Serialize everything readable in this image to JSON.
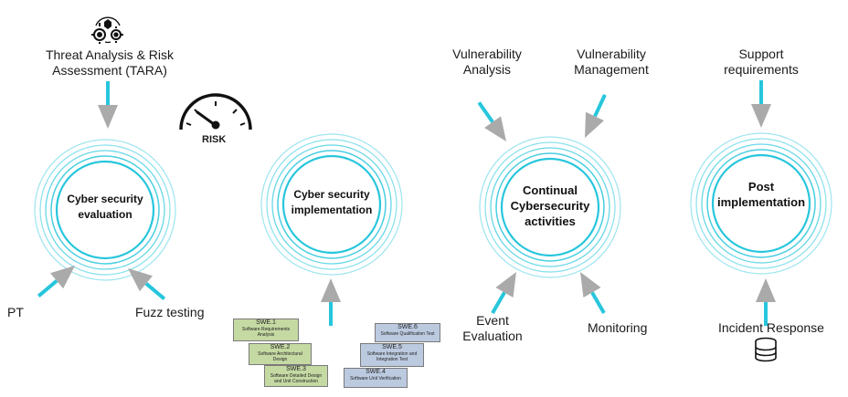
{
  "colors": {
    "ring": "#27c6dc",
    "arrow_head": "#aaaaaa",
    "arrow_shaft": "#27c6dc"
  },
  "circles": [
    {
      "id": "evaluation",
      "label_line1": "Cyber security",
      "label_line2": "evaluation"
    },
    {
      "id": "implementation",
      "label_line1": "Cyber security",
      "label_line2": "implementation"
    },
    {
      "id": "continual",
      "label_line1": "Continual",
      "label_line2": "Cybersecurity",
      "label_line3": "activities"
    },
    {
      "id": "post",
      "label_line1": "Post",
      "label_line2": "implementation"
    }
  ],
  "inputs": {
    "tara_line1": "Threat Analysis & Risk",
    "tara_line2": "Assessment (TARA)",
    "pt": "PT",
    "fuzz": "Fuzz testing",
    "vuln_analysis_line1": "Vulnerability",
    "vuln_analysis_line2": "Analysis",
    "vuln_mgmt_line1": "Vulnerability",
    "vuln_mgmt_line2": "Management",
    "event_line1": "Event",
    "event_line2": "Evaluation",
    "monitoring": "Monitoring",
    "support_line1": "Support",
    "support_line2": "requirements",
    "incident": "Incident Response"
  },
  "risk_gauge": {
    "label": "RISK"
  },
  "icons": [
    "gears-icon",
    "risk-gauge-icon",
    "database-icon"
  ],
  "swe_left": [
    {
      "title": "SWE.1",
      "sub1": "Software Requirements",
      "sub2": "Analysis"
    },
    {
      "title": "SWE.2",
      "sub1": "Software Architectural",
      "sub2": "Design"
    },
    {
      "title": "SWE.3",
      "sub1": "Software Detailed Design",
      "sub2": "and Unit Construction"
    }
  ],
  "swe_right": [
    {
      "title": "SWE.6",
      "sub1": "Software Qualification Test",
      "sub2": ""
    },
    {
      "title": "SWE.5",
      "sub1": "Software Integration and",
      "sub2": "Integration Test"
    },
    {
      "title": "SWE.4",
      "sub1": "Software Unit Verification",
      "sub2": ""
    }
  ]
}
